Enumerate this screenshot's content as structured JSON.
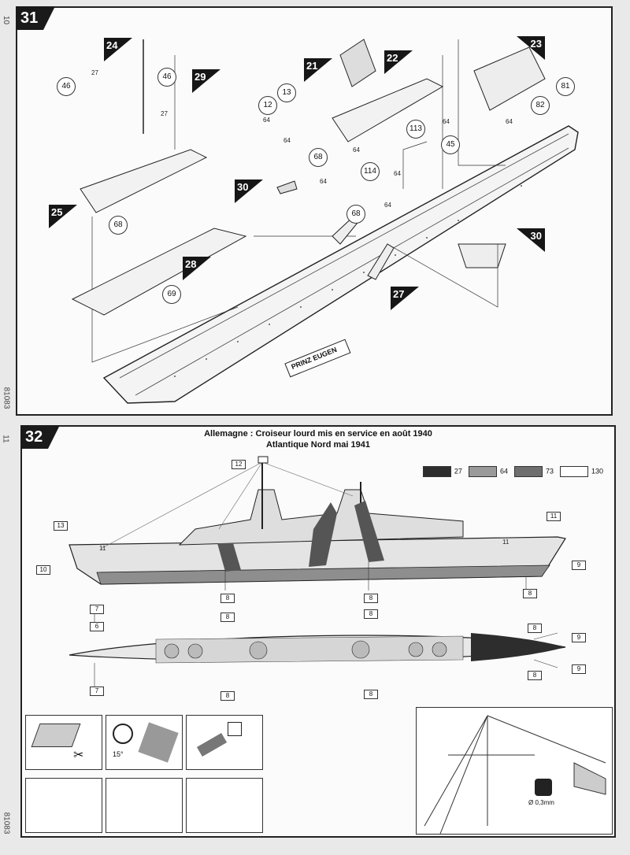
{
  "page_left_numbers": {
    "top": "10",
    "bottom": "11",
    "side_code": "81083",
    "side_code_top": "81083"
  },
  "step31": {
    "number": "31",
    "sub_steps": [
      "24",
      "29",
      "21",
      "22",
      "23",
      "25",
      "28",
      "30",
      "27",
      "30"
    ],
    "part_circles": [
      "46",
      "46",
      "12",
      "13",
      "81",
      "82",
      "45",
      "68",
      "113",
      "114",
      "68",
      "68",
      "69"
    ],
    "paint_callouts": [
      "27",
      "27",
      "64",
      "64",
      "64",
      "64",
      "64",
      "64",
      "64",
      "64"
    ],
    "nameplate": "PRINZ EUGEN"
  },
  "step32": {
    "number": "32",
    "title_line1": "Allemagne : Croiseur lourd mis en service en août 1940",
    "title_line2": "Atlantique Nord     mai 1941",
    "legend": [
      {
        "code": "27",
        "color": "#2d2d2d"
      },
      {
        "code": "64",
        "color": "#9a9a9a"
      },
      {
        "code": "73",
        "color": "#6e6e6e"
      },
      {
        "code": "130",
        "color": "#ffffff"
      }
    ],
    "side_labels": [
      "12",
      "13",
      "11",
      "11",
      "11",
      "10",
      "9",
      "8",
      "8",
      "8",
      "7"
    ],
    "top_labels": [
      "8",
      "8",
      "8",
      "9",
      "6",
      "9",
      "7",
      "8",
      "8",
      "8"
    ],
    "decal_detail": {
      "angle": "15°"
    },
    "rigging_detail": {
      "thread": "Ø 0,3mm"
    }
  }
}
